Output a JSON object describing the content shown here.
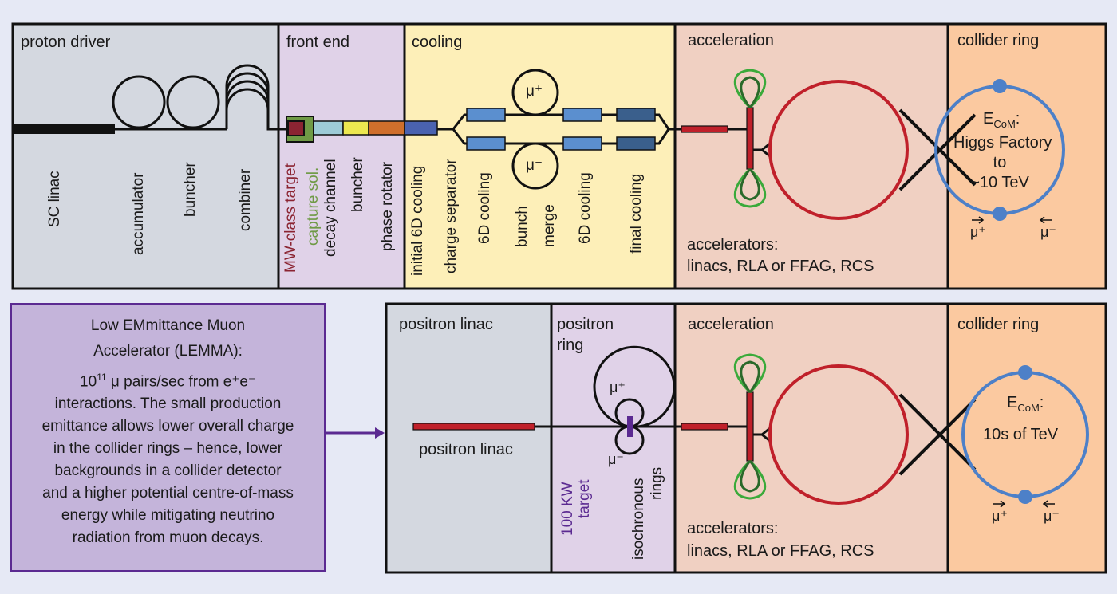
{
  "colors": {
    "background": "#e6e9f5",
    "proton_driver": "#d4d8e0",
    "front_end": "#e0d2e8",
    "cooling": "#fdefb8",
    "acceleration": "#f0d0c2",
    "collider_ring": "#fbc9a0",
    "positron_ring": "#e0d2e8",
    "lemma_box": "#c4b4da",
    "lemma_border": "#5b2a91",
    "red_element": "#c0202a",
    "green_loop": "#3a9a3a",
    "collider_blue": "#4d80c8",
    "target_purple": "#5b2a91"
  },
  "top_row": {
    "sections": {
      "proton_driver": "proton driver",
      "front_end": "front end",
      "cooling": "cooling",
      "acceleration": "acceleration",
      "collider_ring": "collider ring"
    },
    "proton_driver_labels": [
      "SC linac",
      "accumulator",
      "buncher",
      "combiner"
    ],
    "front_end_labels": {
      "target": "MW-class target",
      "capture": "capture sol.",
      "decay": "decay channel",
      "buncher": "buncher",
      "rotator": "phase rotator"
    },
    "cooling_labels": {
      "initial": "initial 6D cooling",
      "separator": "charge separator",
      "cool1": "6D cooling",
      "bunch": "bunch",
      "merge": "merge",
      "cool2": "6D cooling",
      "final": "final cooling",
      "mu_plus": "μ⁺",
      "mu_minus": "μ⁻"
    },
    "acceleration_text": {
      "line1": "accelerators:",
      "line2": "linacs, RLA or FFAG, RCS"
    },
    "collider": {
      "ecom_label": "E",
      "ecom_sub": "CoM",
      "ecom_colon": ":",
      "line1": "Higgs Factory",
      "line2": "to",
      "line3": "~10 TeV",
      "mu_plus": "μ⁺",
      "mu_minus": "μ⁻"
    }
  },
  "bottom_row": {
    "lemma": {
      "title1": "Low EMmittance Muon",
      "title2": "Accelerator (LEMMA):",
      "body_prefix": "10",
      "body_sup": "11",
      "body_rest": " μ pairs/sec from e⁺e⁻",
      "lines": [
        "interactions. The small production",
        "emittance allows lower overall charge",
        "in the collider rings – hence, lower",
        "backgrounds in a collider detector",
        "and a higher potential centre-of-mass",
        "energy while mitigating neutrino",
        "radiation from muon decays."
      ]
    },
    "sections": {
      "positron_linac": "positron linac",
      "positron_ring_1": "positron",
      "positron_ring_2": "ring",
      "acceleration": "acceleration",
      "collider_ring": "collider ring"
    },
    "positron_linac_label": "positron linac",
    "ring_labels": {
      "mu_plus": "μ⁺",
      "mu_minus": "μ⁻",
      "target1": "100 KW",
      "target2": "target",
      "iso1": "isochronous",
      "iso2": "rings"
    },
    "acceleration_text": {
      "line1": "accelerators:",
      "line2": "linacs, RLA or FFAG, RCS"
    },
    "collider": {
      "ecom_label": "E",
      "ecom_sub": "CoM",
      "ecom_colon": ":",
      "line1": "10s of TeV",
      "mu_plus": "μ⁺",
      "mu_minus": "μ⁻"
    }
  }
}
